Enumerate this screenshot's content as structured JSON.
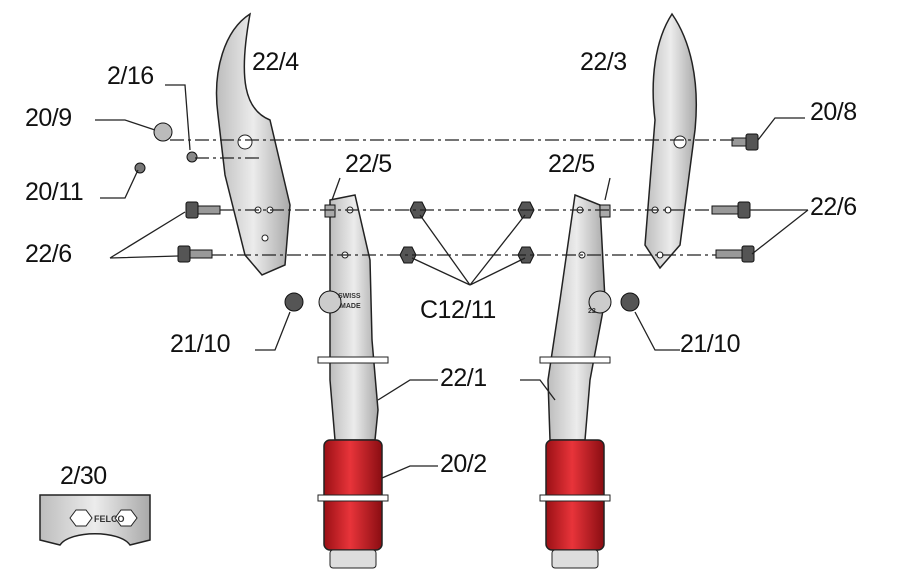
{
  "labels": {
    "blade_left": "22/4",
    "nut_small": "2/16",
    "washer": "20/9",
    "screw_small": "20/11",
    "bolt_left": "22/6",
    "pin_left": "22/5",
    "blade_right": "22/3",
    "bolt_top_right": "20/8",
    "pin_right": "22/5",
    "bolt_right": "22/6",
    "nuts": "C12/11",
    "buffer_left": "21/10",
    "buffer_right": "21/10",
    "handle": "22/1",
    "grip": "20/2",
    "key": "2/30"
  },
  "markings": {
    "swiss_made_1": "SWISS",
    "swiss_made_2": "MADE",
    "handle_number": "22",
    "brand": "FELCO"
  },
  "colors": {
    "metal": "#d4d4d4",
    "outline": "#222222",
    "grip": "#d8232a"
  }
}
